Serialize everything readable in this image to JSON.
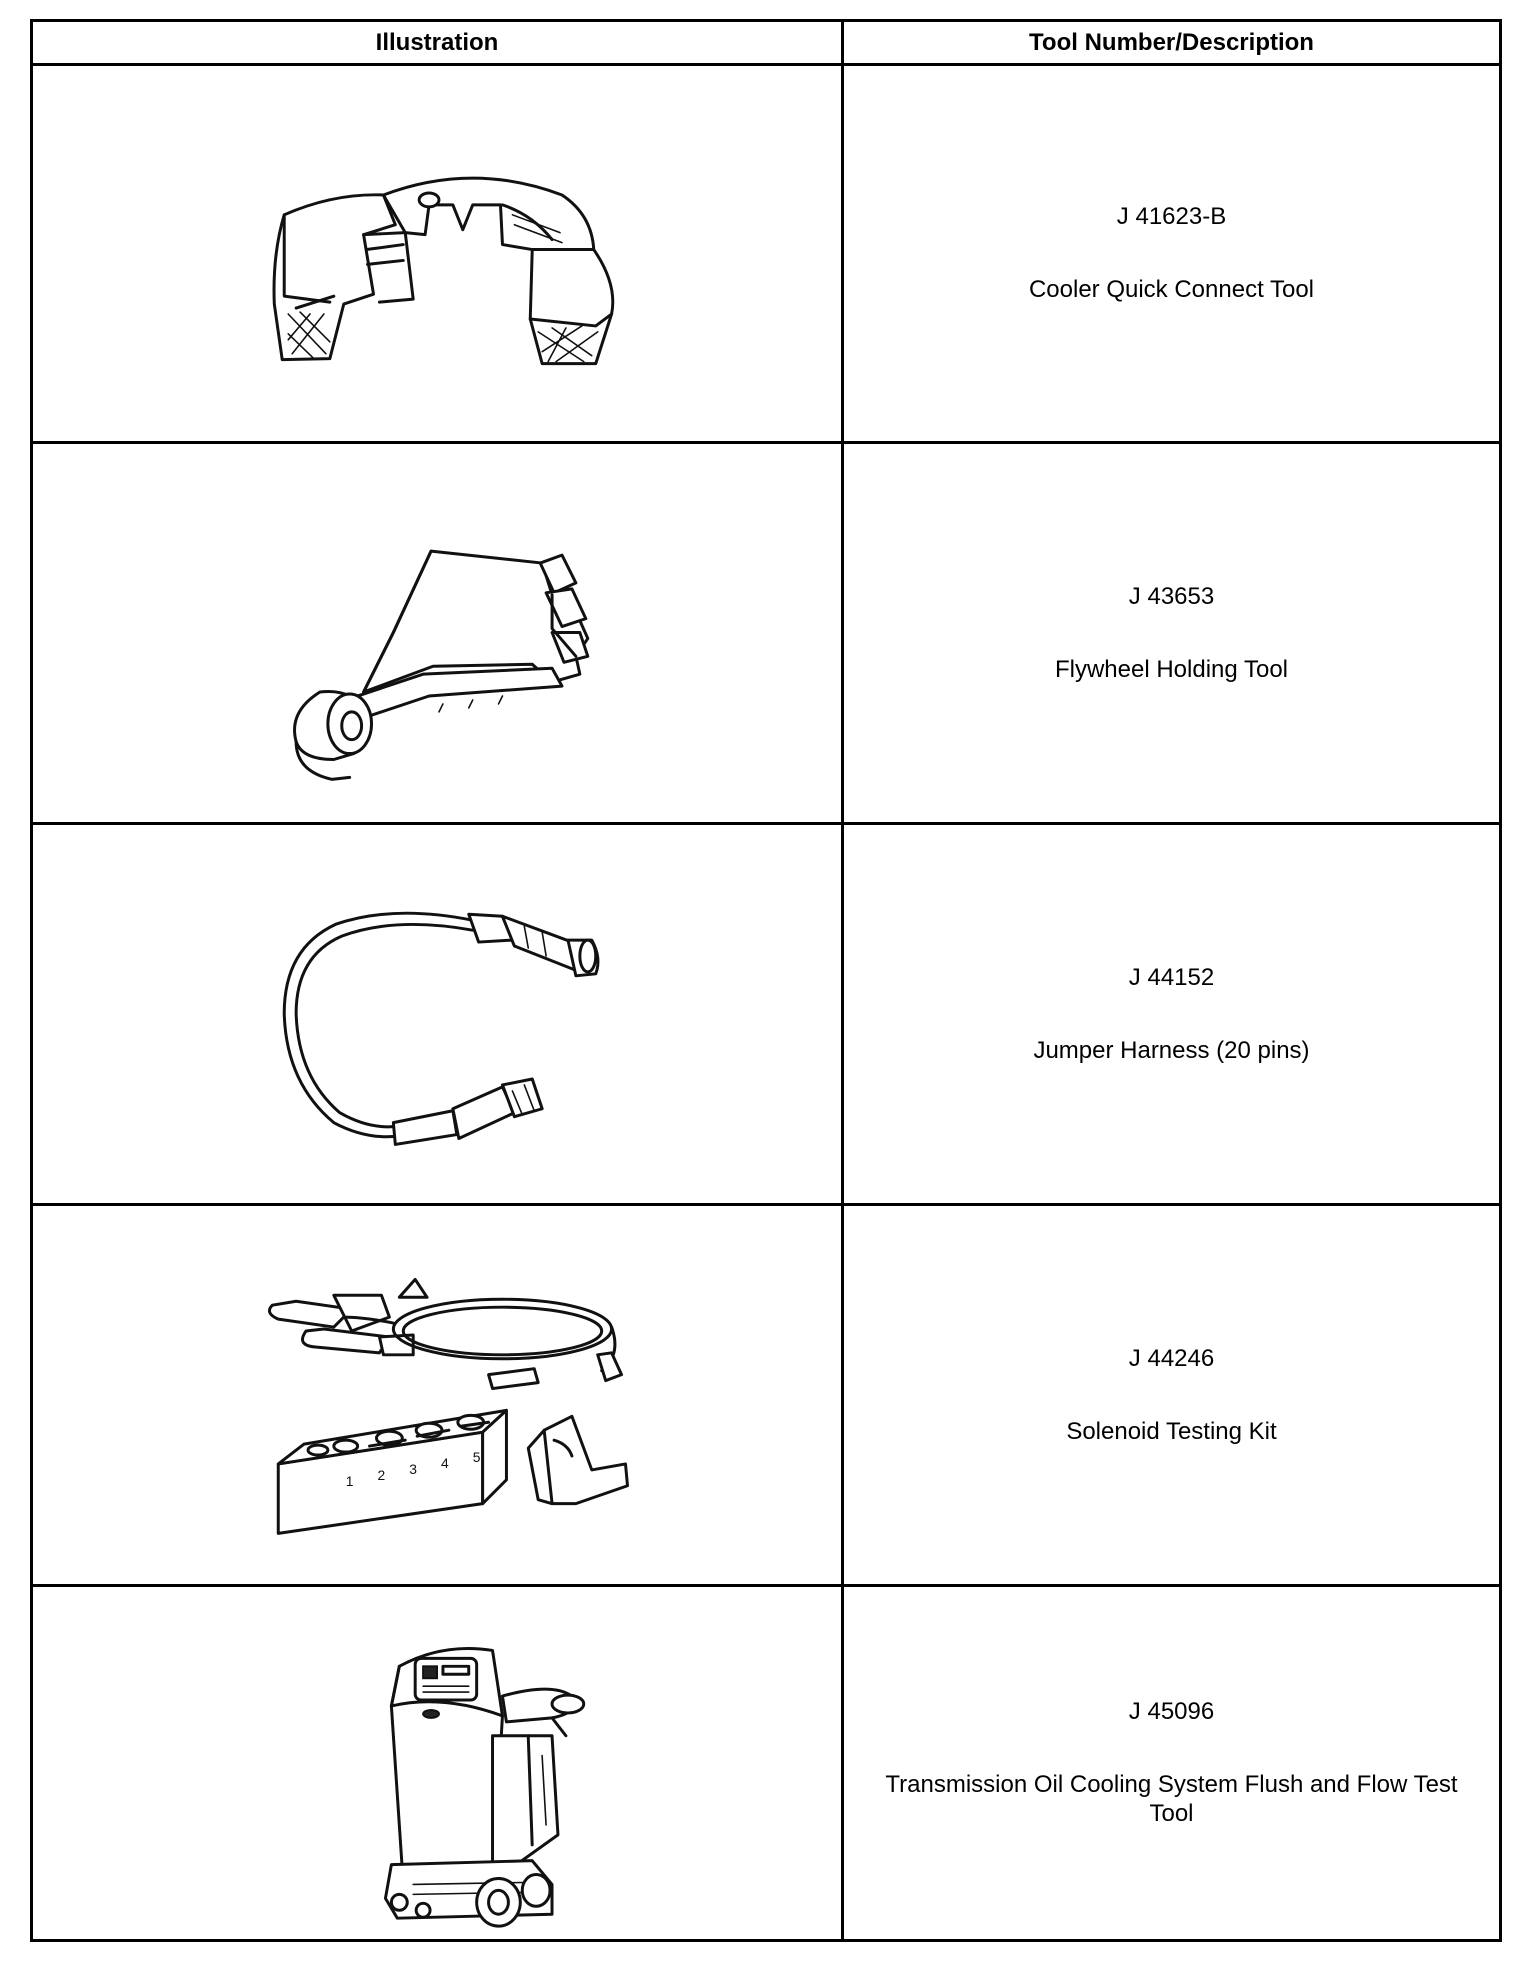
{
  "table": {
    "headers": {
      "illustration": "Illustration",
      "tool": "Tool Number/Description"
    },
    "rows": [
      {
        "illustration_icon": "quick-connect-tool-icon",
        "tool_number": "J 41623-B",
        "description": "Cooler Quick Connect Tool"
      },
      {
        "illustration_icon": "flywheel-holding-tool-icon",
        "tool_number": "J 43653",
        "description": "Flywheel Holding Tool"
      },
      {
        "illustration_icon": "jumper-harness-icon",
        "tool_number": "J 44152",
        "description": "Jumper Harness (20 pins)"
      },
      {
        "illustration_icon": "solenoid-testing-kit-icon",
        "tool_number": "J 44246",
        "description": "Solenoid Testing Kit"
      },
      {
        "illustration_icon": "flush-flow-test-machine-icon",
        "tool_number": "J 45096",
        "description": "Transmission Oil Cooling System Flush and Flow Test Tool"
      }
    ]
  },
  "illustration_labels": {
    "solenoid_block_numbers": [
      "1",
      "2",
      "3",
      "4",
      "5"
    ]
  }
}
